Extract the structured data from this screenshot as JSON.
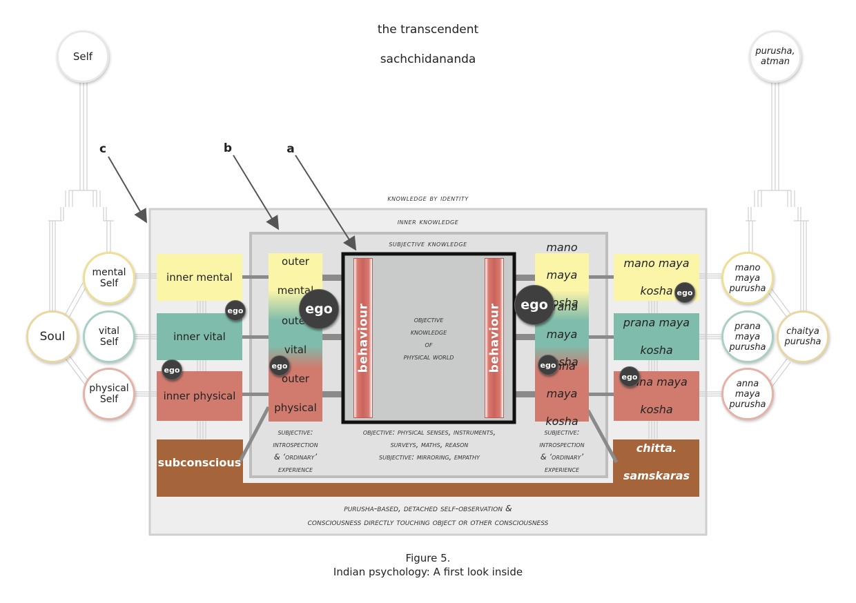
{
  "header": {
    "line1": "the transcendent",
    "line2": "sachchidananda"
  },
  "pointers": {
    "a": "a",
    "b": "b",
    "c": "c"
  },
  "frames": {
    "identity": "knowledge by identity",
    "inner": "inner knowledge",
    "subjective": "subjective knowledge",
    "bottom_line1": "purusha-based, detached self-observation &",
    "bottom_line2": "consciousness directly touching object or other consciousness"
  },
  "left_circles": {
    "self": "Self",
    "soul": "Soul",
    "mental": [
      "mental",
      "Self"
    ],
    "vital": [
      "vital",
      "Self"
    ],
    "physical": [
      "physical",
      "Self"
    ]
  },
  "right_circles": {
    "top": [
      "purusha,",
      "atman"
    ],
    "chaitya": [
      "chaitya",
      "purusha"
    ],
    "mano": [
      "mano",
      "maya",
      "purusha"
    ],
    "prana": [
      "prana",
      "maya",
      "purusha"
    ],
    "anna": [
      "anna",
      "maya",
      "purusha"
    ]
  },
  "inner_boxes": {
    "mental": "inner mental",
    "vital": "inner vital",
    "physical": "inner physical",
    "subconscious": "subconscious"
  },
  "outer_boxes": {
    "mental": [
      "outer",
      "mental"
    ],
    "vital": [
      "outer",
      "vital"
    ],
    "physical": [
      "outer",
      "physical"
    ]
  },
  "kosha_inner": {
    "mano": [
      "mano",
      "maya",
      "kosha"
    ],
    "prana": [
      "prana",
      "maya",
      "kosha"
    ],
    "anna": [
      "anna",
      "maya",
      "kosha"
    ]
  },
  "kosha_outer": {
    "mano": [
      "mano maya",
      "kosha"
    ],
    "prana": [
      "prana maya",
      "kosha"
    ],
    "anna": [
      "anna maya",
      "kosha"
    ],
    "chitta": [
      "chitta.",
      "samskaras"
    ]
  },
  "center": {
    "behaviour": "behaviour",
    "objective": [
      "objective",
      "knowledge",
      "of",
      "physical world"
    ]
  },
  "ego_label": "ego",
  "captions": {
    "left": [
      "subjective:",
      "introspection",
      "& ‘ordinary’",
      "experience"
    ],
    "right": [
      "subjective:",
      "introspection",
      "& ‘ordinary’",
      "experience"
    ],
    "center": [
      "objective: physical senses, instruments,",
      "surveys, maths, reason",
      "subjective: mirroring, empathy"
    ]
  },
  "figure": {
    "number": "Figure 5.",
    "caption": "Indian psychology: A first look inside"
  },
  "colors": {
    "yellow": "#fbf5a8",
    "teal": "#7fbcab",
    "salmon": "#d17b6f",
    "brown": "#a6643a",
    "frame_gray": "#eeeeee",
    "inner_gray": "#e1e1e1",
    "center_gray": "#c9caca"
  }
}
